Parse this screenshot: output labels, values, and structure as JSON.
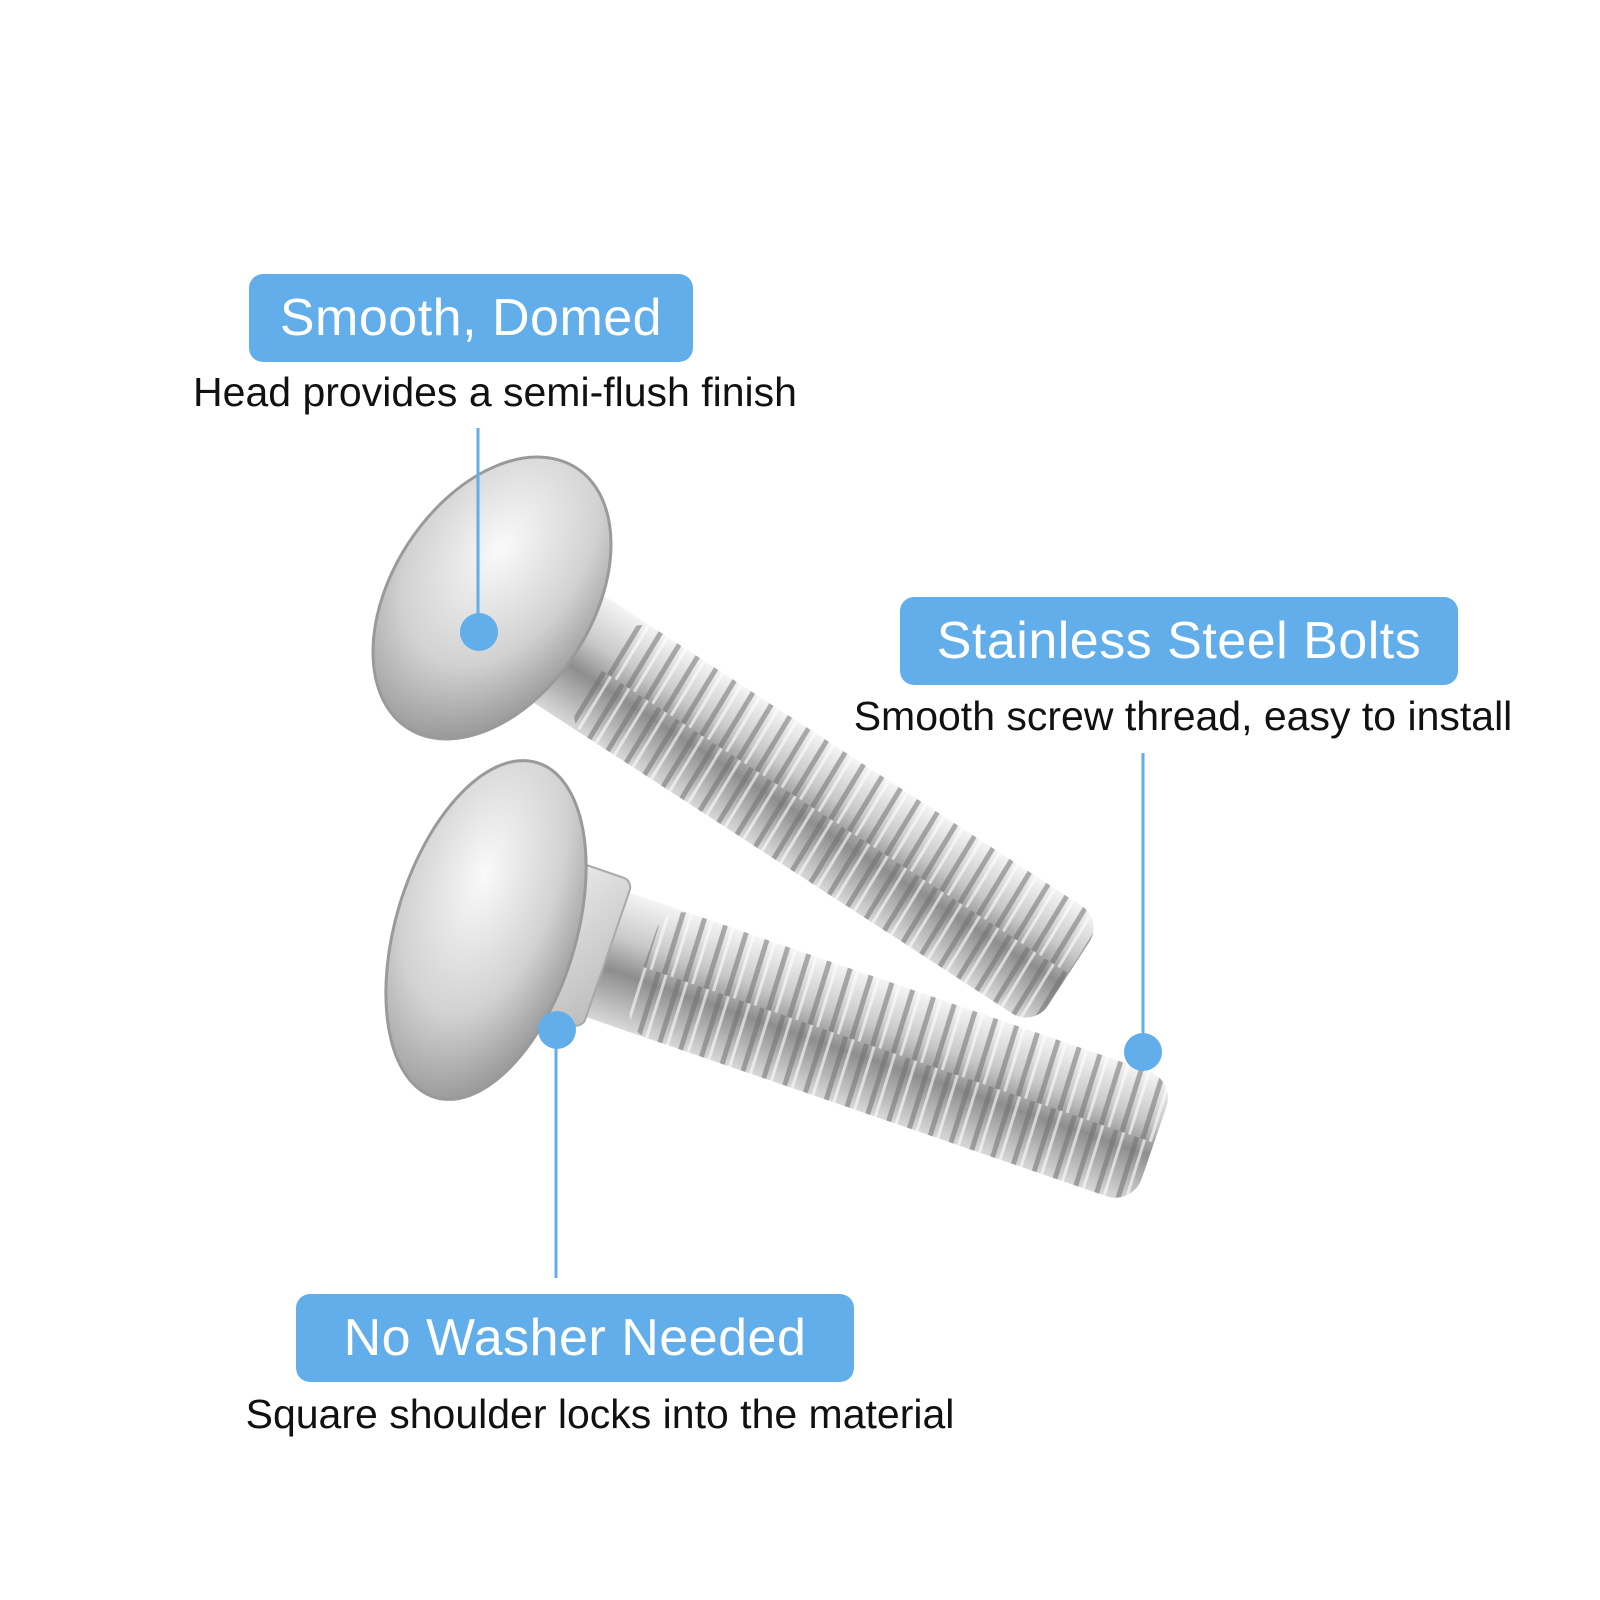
{
  "accent_color": "#62aeea",
  "callouts": [
    {
      "title": "Smooth, Domed",
      "description": "Head provides a semi-flush finish",
      "icon": "dot-marker"
    },
    {
      "title": "Stainless Steel Bolts",
      "description": "Smooth screw thread, easy to install",
      "icon": "dot-marker"
    },
    {
      "title": "No Washer Needed",
      "description": "Square shoulder locks into the material",
      "icon": "dot-marker"
    }
  ]
}
